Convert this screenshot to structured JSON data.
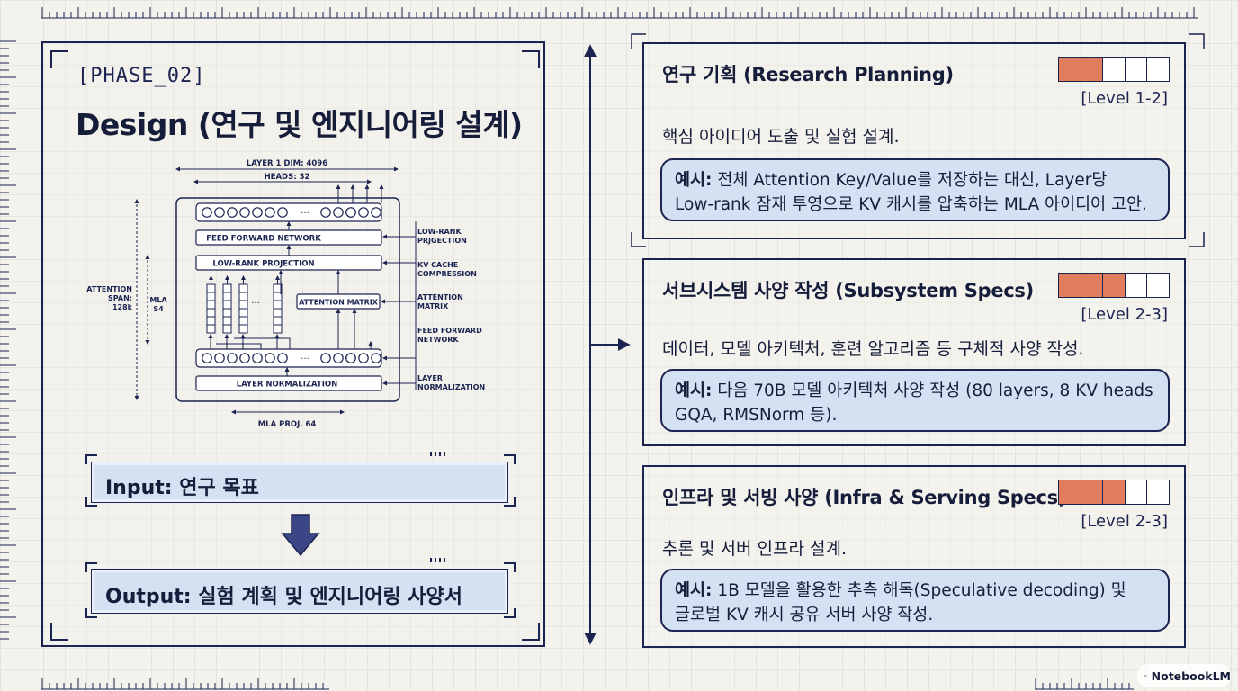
{
  "phase": {
    "tag": "[PHASE_02]",
    "title": "Design (연구 및 엔지니어링 설계)"
  },
  "diagram": {
    "layer_dim": "LAYER 1 DIM: 4096",
    "heads": "HEADS: 32",
    "ffn": "FEED FORWARD NETWORK",
    "lowrank_proj": "LOW-RANK PROJECTION",
    "attention_matrix": "ATTENTION MATRIX",
    "layer_norm": "LAYER NORMALIZATION",
    "mla_proj": "MLA PROJ. 64",
    "attention_span": [
      "ATTENTION",
      "SPAN:",
      "128k"
    ],
    "mla_s4": [
      "MLA",
      "S4"
    ],
    "ellipsis": "···",
    "right_labels": [
      [
        "LOW-RANK",
        "PRJGECTION"
      ],
      [
        "KV CACHE",
        "COMPRESSION"
      ],
      [
        "ATTENTION",
        "MATRIX"
      ],
      [
        "FEED FORWARD",
        "NETWORK"
      ],
      [
        "LAYER",
        "NORMALIZATION"
      ]
    ]
  },
  "input_label": "Input: 연구 목표",
  "output_label": "Output: 실험 계획 및 엔지니어링 사양서",
  "cards": [
    {
      "title": "연구 기획 (Research Planning)",
      "level_filled": 2,
      "level_total": 5,
      "level_label": "[Level 1-2]",
      "desc": "핵심 아이디어 도출 및 실험 설계.",
      "example_prefix": "예시:",
      "example_line1": "전체 Attention Key/Value를 저장하는 대신, Layer당",
      "example_line2": "Low-rank 잠재 투영으로 KV 캐시를 압축하는 MLA 아이디어 고안."
    },
    {
      "title": "서브시스템 사양 작성 (Subsystem Specs)",
      "level_filled": 3,
      "level_total": 5,
      "level_label": "[Level 2-3]",
      "desc": "데이터, 모델 아키텍처, 훈련 알고리즘 등 구체적 사양 작성.",
      "example_prefix": "예시:",
      "example_line1": "다음 70B 모델 아키텍처 사양 작성 (80 layers, 8 KV heads",
      "example_line2": "GQA, RMSNorm 등)."
    },
    {
      "title": "인프라 및 서빙 사양 (Infra & Serving Specs)",
      "level_filled": 3,
      "level_total": 5,
      "level_label": "[Level 2-3]",
      "desc": "추론 및 서버 인프라 설계.",
      "example_prefix": "예시:",
      "example_line1": "1B 모델을 활용한 추측 해독(Speculative decoding) 및",
      "example_line2": "글로벌 KV 캐시 공유 서버 사양 작성."
    }
  ],
  "brand": "NotebookLM",
  "colors": {
    "accent": "#e07d5d",
    "box_fill": "#d3e1f3",
    "ink": "#1b2350"
  }
}
